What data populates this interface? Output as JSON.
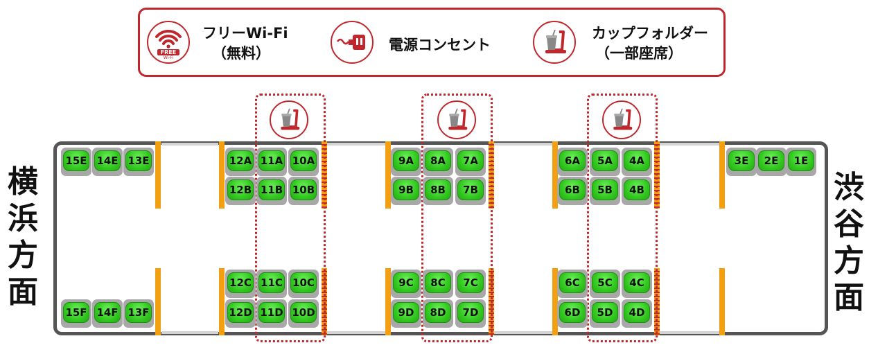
{
  "legend": {
    "wifi": {
      "icon": "wifi-icon",
      "badge": "FREE",
      "badge_sub": "Wi-Fi",
      "line1": "フリーWi-Fi",
      "line2": "（無料）"
    },
    "outlet": {
      "icon": "power-outlet-icon",
      "line1": "電源コンセント"
    },
    "cupholder": {
      "icon": "cup-holder-icon",
      "line1": "カップフォルダー",
      "line2": "（一部座席）"
    }
  },
  "directions": {
    "left": [
      "横",
      "浜",
      "方",
      "面"
    ],
    "right": [
      "渋",
      "谷",
      "方",
      "面"
    ]
  },
  "seats": {
    "top": [
      "15E",
      "14E",
      "13E",
      "12A",
      "11A",
      "10A",
      "9A",
      "8A",
      "7A",
      "6A",
      "5A",
      "4A",
      "3E",
      "2E",
      "1E"
    ],
    "upper_mid": [
      "12B",
      "11B",
      "10B",
      "9B",
      "8B",
      "7B",
      "6B",
      "5B",
      "4B"
    ],
    "lower_mid": [
      "12C",
      "11C",
      "10C",
      "9C",
      "8C",
      "7C",
      "6C",
      "5C",
      "4C"
    ],
    "bottom": [
      "15F",
      "14F",
      "13F",
      "12D",
      "11D",
      "10D",
      "9D",
      "8D",
      "7D",
      "6D",
      "5D",
      "4D"
    ]
  },
  "colors": {
    "accent": "#c0272d",
    "seat": "#32c81f",
    "door": "#f2a012",
    "frame": "#555555"
  }
}
